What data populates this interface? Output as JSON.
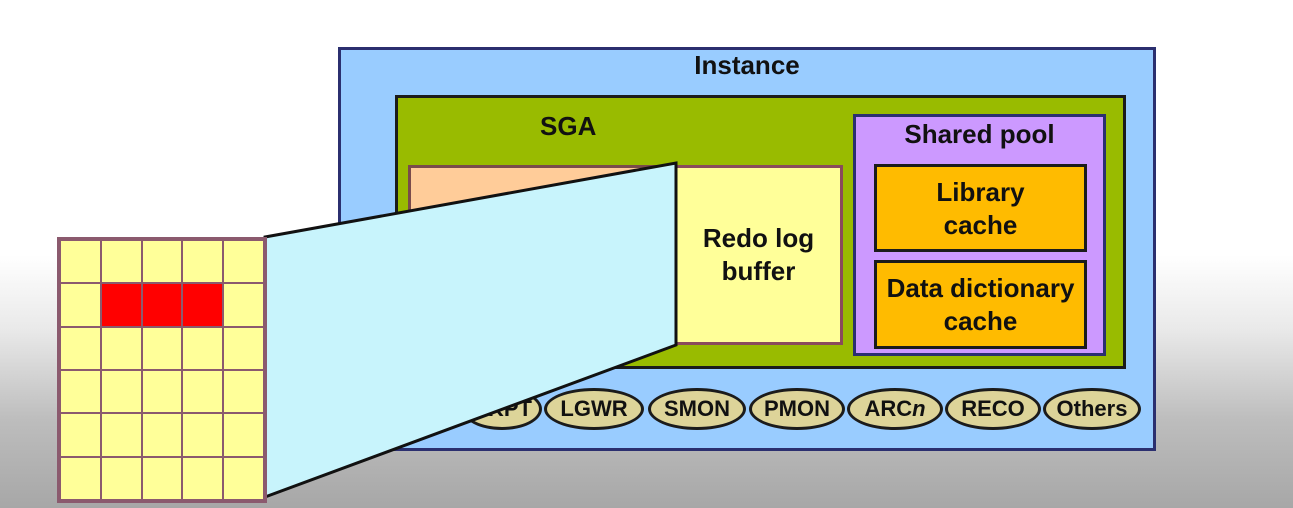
{
  "instance": {
    "label": "Instance"
  },
  "sga": {
    "label": "SGA"
  },
  "redo_log_buffer": {
    "line1": "Redo log",
    "line2": "buffer"
  },
  "shared_pool": {
    "label": "Shared pool",
    "library_cache": {
      "line1": "Library",
      "line2": "cache"
    },
    "data_dictionary_cache": {
      "line1": "Data dictionary",
      "line2": "cache"
    }
  },
  "background_processes": [
    {
      "label": "LGWR"
    },
    {
      "label": "SMON"
    },
    {
      "label": "PMON"
    },
    {
      "label": "ARC",
      "suffix": "n"
    },
    {
      "label": "RECO"
    },
    {
      "label": "Others"
    }
  ],
  "partial_process_label": "CKPT",
  "colors": {
    "instance_fill": "#99ccff",
    "sga_fill": "#99bb00",
    "database_buffer_cache_fill": "#ffcc99",
    "redo_log_buffer_fill": "#ffff99",
    "shared_pool_fill": "#cc99ff",
    "cache_fill": "#ffbb00",
    "process_fill": "#ddd499",
    "callout_fill": "#c8f4fc",
    "block_fill": "#ffff99",
    "block_highlight": "#ff0000"
  }
}
